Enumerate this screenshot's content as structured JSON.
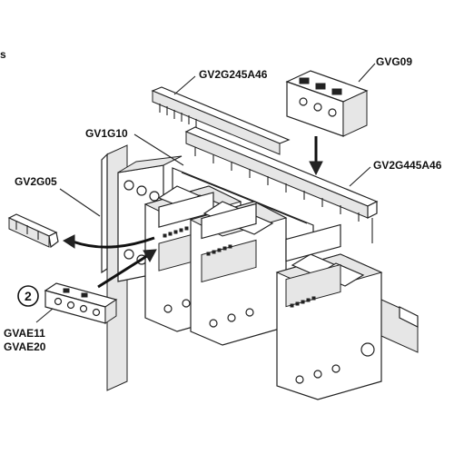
{
  "labels": {
    "edge_fragment": "s",
    "busbar_small": "GV2G245A46",
    "terminal_block": "GVG09",
    "insulator": "GV1G10",
    "busbar_large": "GV2G445A46",
    "end_cover": "GV2G05",
    "step_number": "2",
    "aux_contact_1": "GVAE11",
    "aux_contact_2": "GVAE20"
  }
}
